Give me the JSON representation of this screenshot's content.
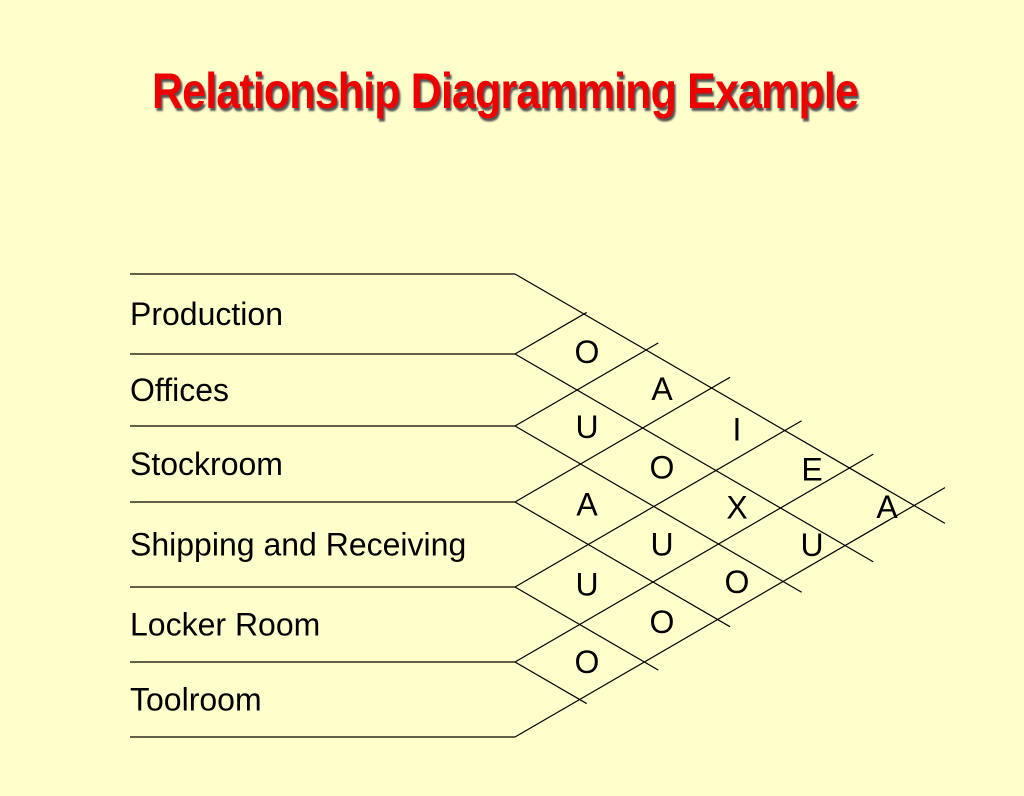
{
  "title": "Relationship Diagramming Example",
  "departments": [
    "Production",
    "Offices",
    "Stockroom",
    "Shipping and Receiving",
    "Locker Room",
    "Toolroom"
  ],
  "relationships": [
    {
      "pair": [
        "Production",
        "Offices"
      ],
      "code": "O"
    },
    {
      "pair": [
        "Offices",
        "Stockroom"
      ],
      "code": "U"
    },
    {
      "pair": [
        "Stockroom",
        "Shipping and Receiving"
      ],
      "code": "A"
    },
    {
      "pair": [
        "Shipping and Receiving",
        "Locker Room"
      ],
      "code": "U"
    },
    {
      "pair": [
        "Locker Room",
        "Toolroom"
      ],
      "code": "O"
    },
    {
      "pair": [
        "Production",
        "Stockroom"
      ],
      "code": "A"
    },
    {
      "pair": [
        "Offices",
        "Shipping and Receiving"
      ],
      "code": "O"
    },
    {
      "pair": [
        "Stockroom",
        "Locker Room"
      ],
      "code": "U"
    },
    {
      "pair": [
        "Shipping and Receiving",
        "Toolroom"
      ],
      "code": "O"
    },
    {
      "pair": [
        "Production",
        "Shipping and Receiving"
      ],
      "code": "I"
    },
    {
      "pair": [
        "Offices",
        "Locker Room"
      ],
      "code": "X"
    },
    {
      "pair": [
        "Stockroom",
        "Toolroom"
      ],
      "code": "O"
    },
    {
      "pair": [
        "Production",
        "Locker Room"
      ],
      "code": "E"
    },
    {
      "pair": [
        "Offices",
        "Toolroom"
      ],
      "code": "U"
    },
    {
      "pair": [
        "Production",
        "Toolroom"
      ],
      "code": "A"
    }
  ]
}
